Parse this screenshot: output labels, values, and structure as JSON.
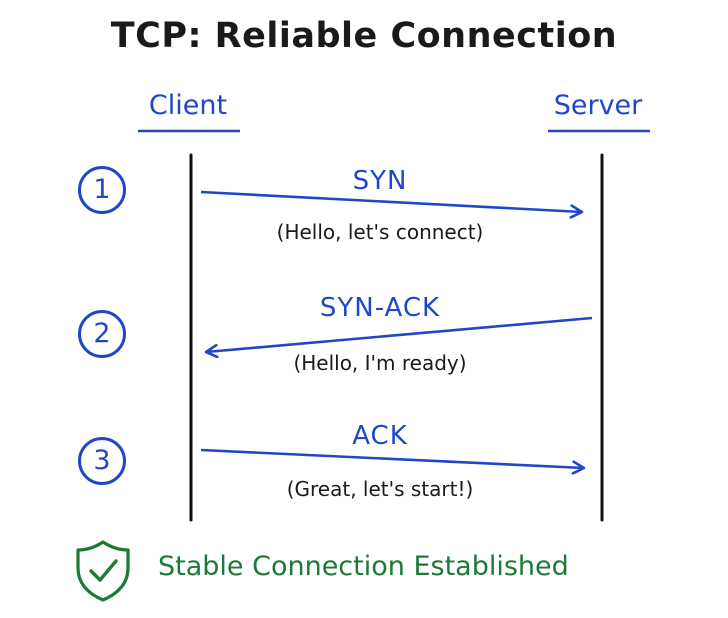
{
  "title": "TCP: Reliable Connection",
  "columns": {
    "client": "Client",
    "server": "Server"
  },
  "steps": [
    {
      "number": "1",
      "label": "SYN",
      "sub": "(Hello, let's connect)",
      "direction": "client-to-server"
    },
    {
      "number": "2",
      "label": "SYN-ACK",
      "sub": "(Hello, I'm ready)",
      "direction": "server-to-client"
    },
    {
      "number": "3",
      "label": "ACK",
      "sub": "(Great, let's start!)",
      "direction": "client-to-server"
    }
  ],
  "status": {
    "text": "Stable Connection Established",
    "icon": "shield-check-icon"
  },
  "colors": {
    "accent": "#1f47c8",
    "success": "#1b7a35",
    "text": "#1a1a1a"
  }
}
